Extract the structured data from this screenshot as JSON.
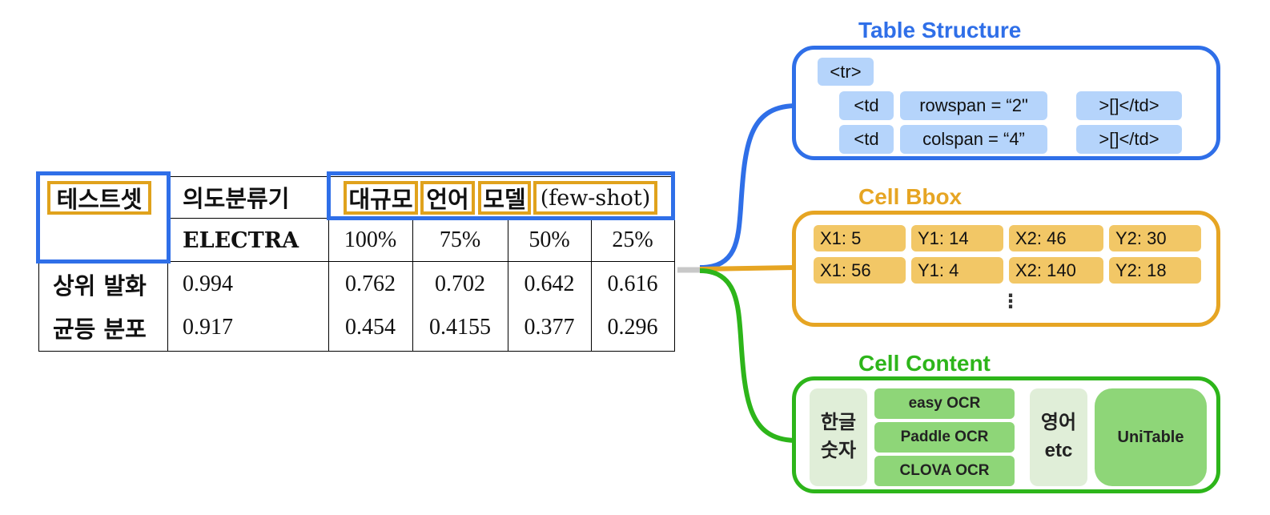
{
  "table": {
    "header_row1": {
      "testset": "테스트셋",
      "classifier": "의도분류기",
      "model_words": [
        "대규모",
        "언어",
        "모델",
        "(few-shot)"
      ]
    },
    "header_row2": {
      "electra": "ELECTRA",
      "pct": [
        "100%",
        "75%",
        "50%",
        "25%"
      ]
    },
    "rows": [
      {
        "label": "상위 발화",
        "values": [
          "0.994",
          "0.762",
          "0.702",
          "0.642",
          "0.616"
        ]
      },
      {
        "label": "균등 분포",
        "values": [
          "0.917",
          "0.454",
          "0.4155",
          "0.377",
          "0.296"
        ]
      }
    ]
  },
  "table_structure": {
    "title": "Table Structure",
    "tr_tag": "<tr>",
    "rows": [
      {
        "open": "<td",
        "attr": "rowspan = “2\"",
        "close": ">[]</td>"
      },
      {
        "open": "<td",
        "attr": "colspan =  “4”",
        "close": ">[]</td>"
      }
    ]
  },
  "cell_bbox": {
    "title": "Cell Bbox",
    "rows": [
      [
        "X1: 5",
        "Y1: 14",
        "X2: 46",
        "Y2: 30"
      ],
      [
        "X1: 56",
        "Y1: 4",
        "X2: 140",
        "Y2: 18"
      ]
    ],
    "ellipsis": "⋮"
  },
  "cell_content": {
    "title": "Cell Content",
    "korean_line1": "한글",
    "korean_line2": "숫자",
    "ocr_engines": [
      "easy OCR",
      "Paddle OCR",
      "CLOVA OCR"
    ],
    "english_line1": "영어",
    "english_line2": "etc",
    "unitable": "UniTable"
  },
  "colors": {
    "structure": "#2f6fe8",
    "bbox": "#e6a523",
    "content": "#2db51a"
  }
}
